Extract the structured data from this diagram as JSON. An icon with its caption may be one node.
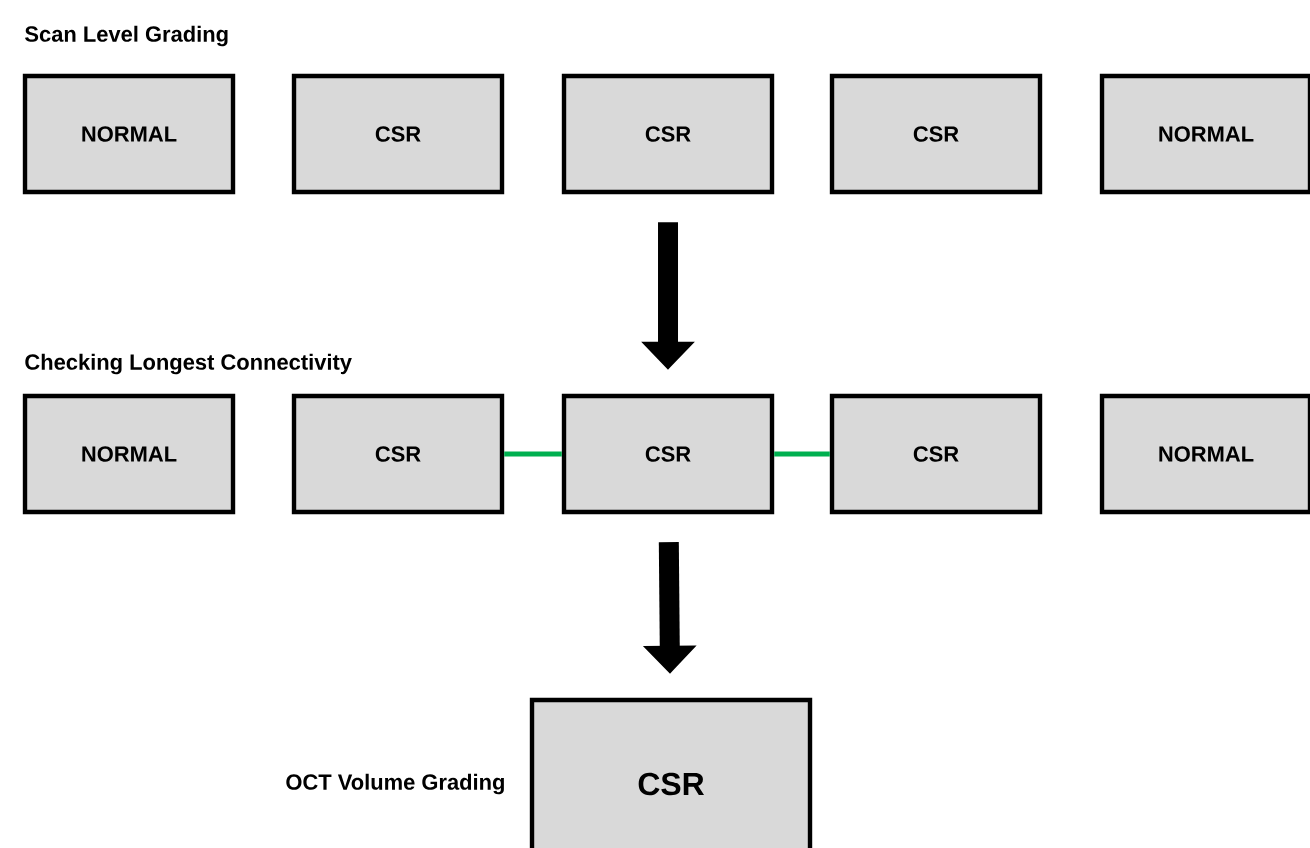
{
  "diagram": {
    "nodes": [
      {
        "text": [
          "NORMAL"
        ]
      },
      {
        "text": [
          "CSR"
        ]
      },
      {
        "text": [
          "CSR"
        ]
      },
      {
        "text": [
          "CSR"
        ]
      },
      {
        "text": [
          "NORMAL"
        ]
      },
      {
        "text": [
          "NORMAL"
        ]
      },
      {
        "text": [
          "CSR"
        ]
      },
      {
        "text": [
          "CSR"
        ]
      },
      {
        "text": [
          "CSR"
        ]
      },
      {
        "text": [
          "NORMAL"
        ]
      },
      {
        "text": [
          "CSR"
        ],
        "beside": [
          "OCT Volume Grading"
        ]
      }
    ],
    "edges": [
      {
        "from": 2,
        "to": 7,
        "arrow": "to",
        "style": "thick"
      },
      {
        "from": 6,
        "to": 7,
        "arrow": "none",
        "color": "#00b050"
      },
      {
        "from": 7,
        "to": 8,
        "arrow": "none",
        "color": "#00b050"
      },
      {
        "from": 7,
        "to": 10,
        "arrow": "to",
        "style": "thick"
      }
    ],
    "labels": [
      "Scan Level Grading",
      "Checking Longest Connectivity"
    ]
  }
}
